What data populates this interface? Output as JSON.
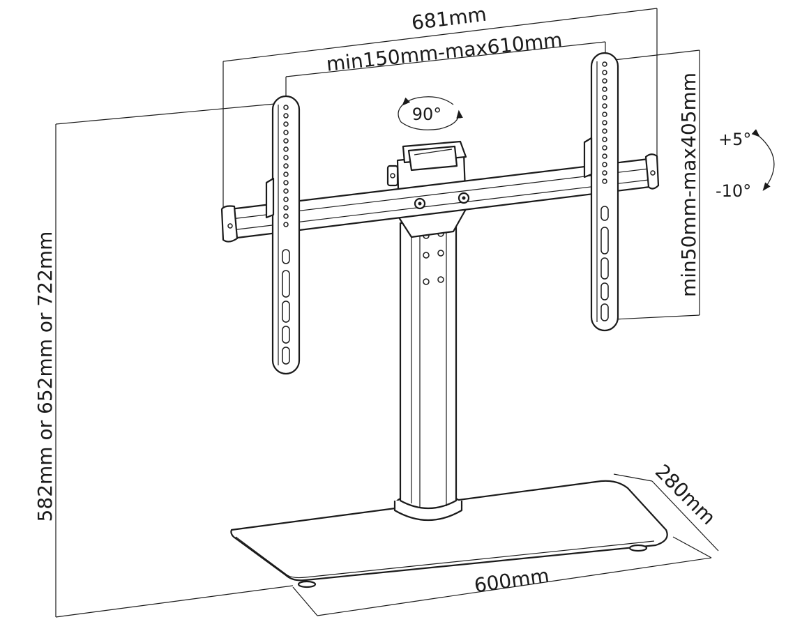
{
  "dimensions": {
    "total_width": "681mm",
    "vesa_horizontal": "min150mm-max610mm",
    "vesa_vertical": "min50mm-max405mm",
    "height_options": "582mm or 652mm or 722mm",
    "base_width": "600mm",
    "base_depth": "280mm"
  },
  "adjustments": {
    "swivel": "90°",
    "tilt_up": "+5°",
    "tilt_down": "-10°"
  }
}
